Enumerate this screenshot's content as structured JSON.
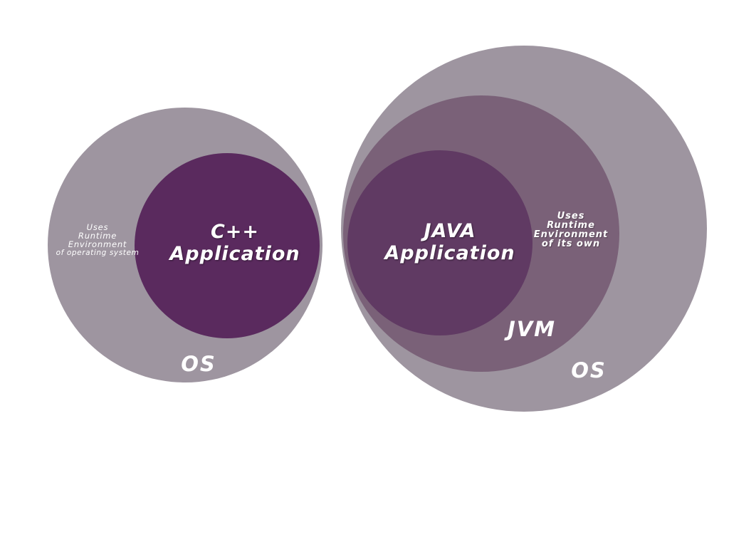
{
  "cpp_diagram": {
    "app_line1": "C++",
    "app_line2": "Application",
    "runtime_line1": "Uses",
    "runtime_line2": "Runtime",
    "runtime_line3": "Environment",
    "runtime_line4": "of operating system",
    "os_label": "OS"
  },
  "java_diagram": {
    "app_line1": "JAVA",
    "app_line2": "Application",
    "runtime_line1": "Uses",
    "runtime_line2": "Runtime",
    "runtime_line3": "Environment",
    "runtime_line4": "of its own",
    "jvm_label": "JVM",
    "os_label": "OS"
  },
  "colors": {
    "os_circle": "#9e95a0",
    "cpp_app_circle": "#5a2a5e",
    "jvm_circle": "#7a6178",
    "java_app_circle": "#603a63",
    "text": "#ffffff"
  }
}
